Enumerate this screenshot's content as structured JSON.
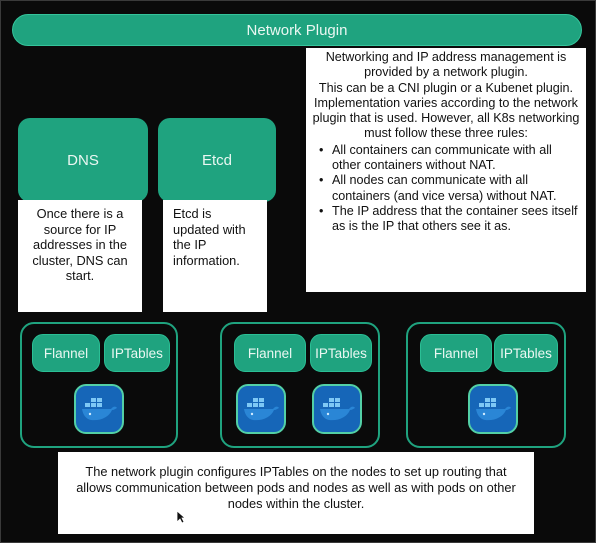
{
  "header": {
    "title": "Network Plugin"
  },
  "info": {
    "intro": "Networking and IP address management is provided by a network plugin.",
    "plugins": "This can be  a CNI plugin or a Kubenet plugin.",
    "rules_intro": "Implementation varies according to the network plugin that is used. However, all K8s networking must follow these three rules:",
    "rules": [
      "All containers can communicate with all other containers without NAT.",
      "All nodes can communicate with all containers (and vice versa) without NAT.",
      "The IP address that the container sees itself as is the IP that others see it as."
    ]
  },
  "dns": {
    "label": "DNS",
    "description": "Once there is a source for IP addresses in the cluster, DNS can start."
  },
  "etcd": {
    "label": "Etcd",
    "description": "Etcd is updated with the IP information."
  },
  "nodes": [
    {
      "flannel": "Flannel",
      "iptables": "IPTables",
      "containers": 1
    },
    {
      "flannel": "Flannel",
      "iptables": "IPTables",
      "containers": 2
    },
    {
      "flannel": "Flannel",
      "iptables": "IPTables",
      "containers": 1
    }
  ],
  "footer": {
    "text": "The network plugin configures IPTables on the nodes to set up routing that allows communication between pods and nodes as well as with pods on other nodes within the cluster."
  },
  "colors": {
    "accent": "#1fa37f",
    "background": "#0a0a0a",
    "docker_blue": "#1666b8"
  }
}
